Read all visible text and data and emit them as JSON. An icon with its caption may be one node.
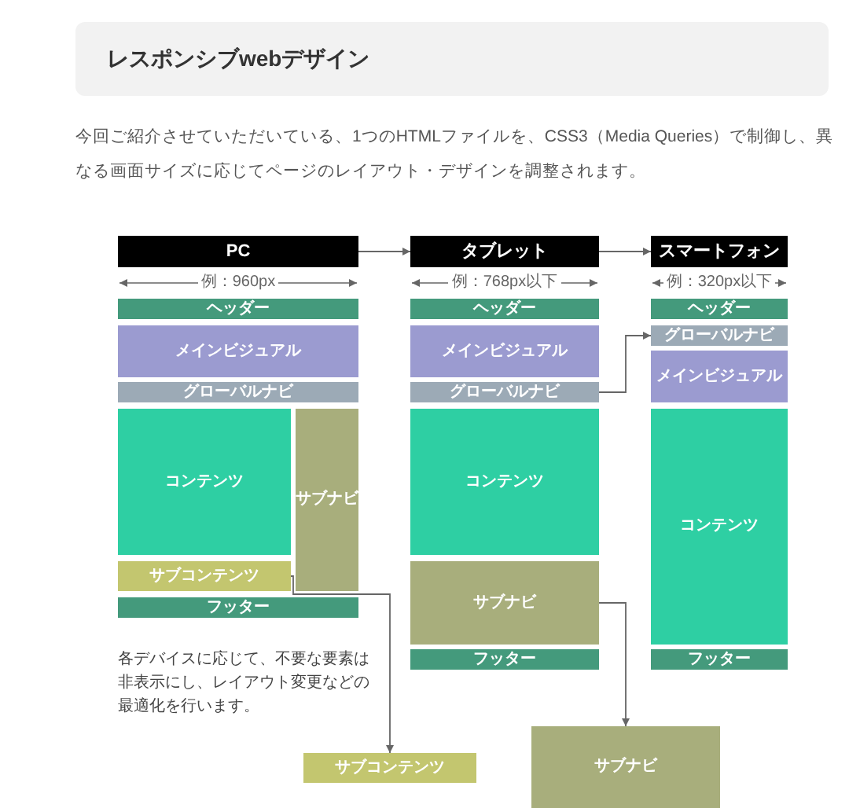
{
  "diagram": {
    "title": "レスポンシブwebデザイン",
    "nodes": [
      {
        "text": [
          "PC"
        ]
      },
      {
        "text": [
          "タブレット"
        ]
      },
      {
        "text": [
          "スマートフォン"
        ]
      },
      {
        "text": [
          "ヘッダー"
        ]
      },
      {
        "text": [
          "メインビジュアル"
        ]
      },
      {
        "text": [
          "グローバルナビ"
        ]
      },
      {
        "text": [
          "コンテンツ"
        ]
      },
      {
        "text": [
          "サブナビ"
        ]
      },
      {
        "text": [
          "サブコンテンツ"
        ]
      },
      {
        "text": [
          "フッター"
        ]
      },
      {
        "text": [
          "ヘッダー"
        ]
      },
      {
        "text": [
          "メインビジュアル"
        ]
      },
      {
        "text": [
          "グローバルナビ"
        ]
      },
      {
        "text": [
          "コンテンツ"
        ]
      },
      {
        "text": [
          "サブナビ"
        ]
      },
      {
        "text": [
          "フッター"
        ]
      },
      {
        "text": [
          "ヘッダー"
        ]
      },
      {
        "text": [
          "グローバルナビ"
        ]
      },
      {
        "text": [
          "メインビジュアル"
        ]
      },
      {
        "text": [
          "コンテンツ"
        ]
      },
      {
        "text": [
          "フッター"
        ]
      },
      {
        "text": [
          "サブコンテンツ"
        ]
      },
      {
        "text": [
          "サブナビ"
        ]
      }
    ],
    "edges": [
      {
        "from": 0,
        "to": 1,
        "arrow": "to"
      },
      {
        "from": 1,
        "to": 2,
        "arrow": "to"
      },
      {
        "from": 12,
        "to": 17,
        "arrow": "to"
      },
      {
        "from": 8,
        "to": 21,
        "arrow": "to"
      },
      {
        "from": 14,
        "to": 22,
        "arrow": "to"
      }
    ],
    "labels": [
      "今回ご紹介させていただいている、1つのHTMLファイルを、CSS3（Media Queries）で制御し、異なる画面サイズに応じてページのレイアウト・デザインを調整されます。",
      "例：960px",
      "例：768px以下",
      "例：320px以下",
      "各デバイスに応じて、不要な要素は非表示にし、レイアウト変更などの最適化を行います。"
    ]
  }
}
